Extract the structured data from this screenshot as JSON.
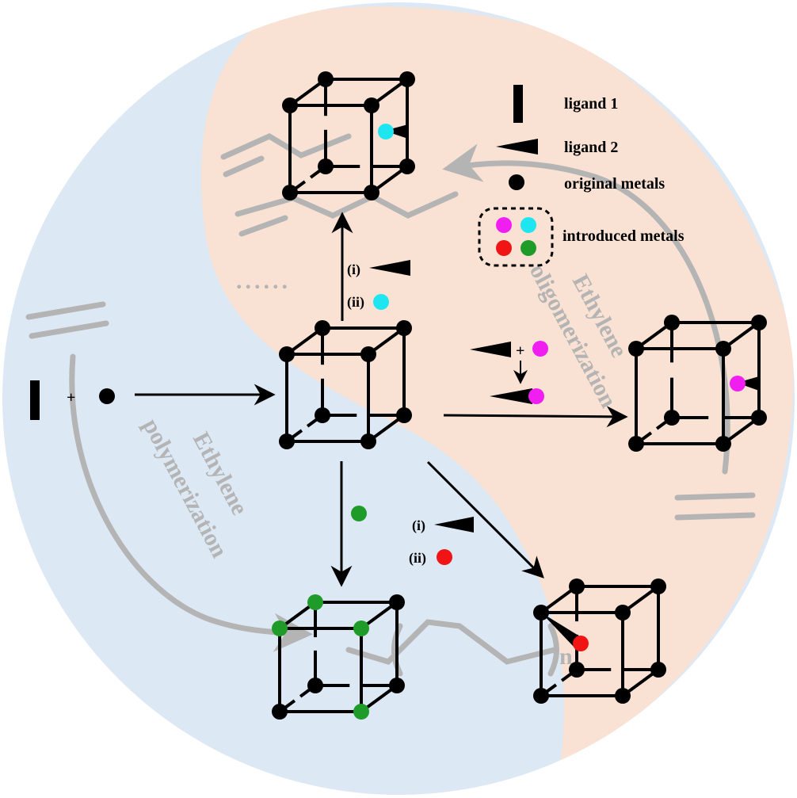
{
  "legend": {
    "ligand1": "ligand 1",
    "ligand2": "ligand 2",
    "original_metals": "original metals",
    "introduced_metals": "introduced metals"
  },
  "steps": {
    "top_i": "(i)",
    "top_ii": "(ii)",
    "bottom_right_i": "(i)",
    "bottom_right_ii": "(ii)",
    "plus": "+",
    "ellipsis": "......"
  },
  "processes": {
    "oligomerization_line1": "Ethylene",
    "oligomerization_line2": "oligomerization",
    "polymerization_line1": "Ethylene",
    "polymerization_line2": "polymerization",
    "repeat_unit": "n"
  },
  "colors": {
    "blue_region": "#dde8f5",
    "peach_region": "#f9e2d3",
    "black": "#000000",
    "grey": "#b4b4b4",
    "cyan": "#1ee6f0",
    "magenta": "#f01ef0",
    "red": "#f01414",
    "green": "#1e9b28"
  }
}
